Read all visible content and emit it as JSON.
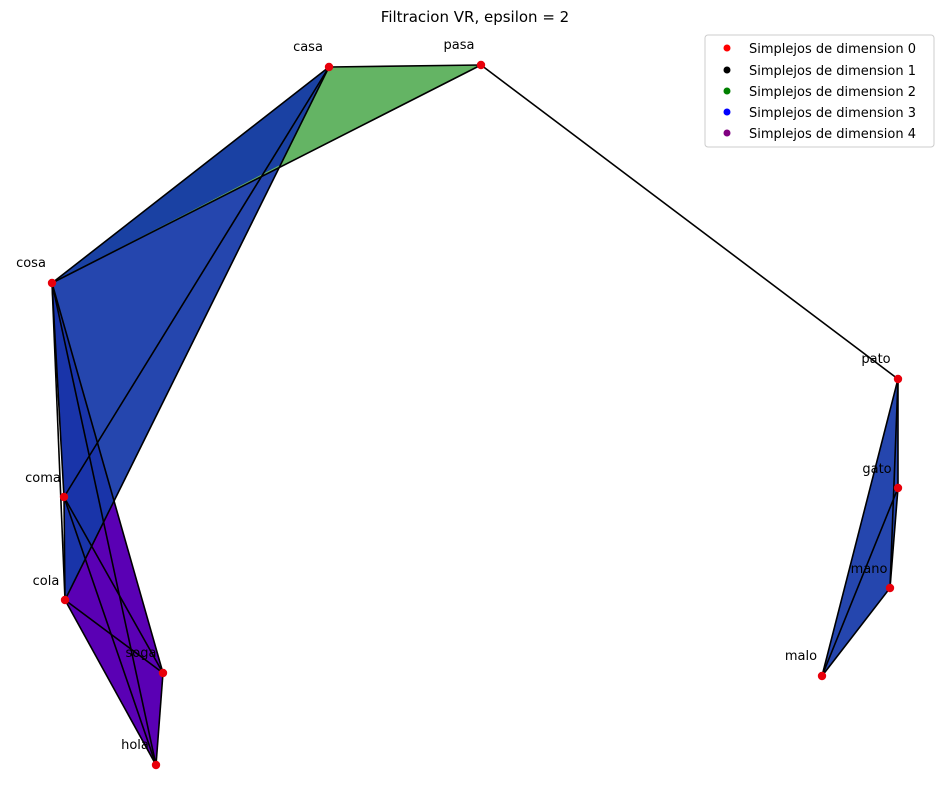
{
  "title": "Filtracion VR, epsilon = 2",
  "colors": {
    "vertex": "#e8000b",
    "edge": "#000000",
    "triangle": "#64b464",
    "tetrahedron": "#1438a8",
    "four_simplex": "#5a00b4"
  },
  "legend": [
    {
      "label": "Simplejos de dimension 0",
      "color": "#ff0000"
    },
    {
      "label": "Simplejos de dimension 1",
      "color": "#000000"
    },
    {
      "label": "Simplejos de dimension 2",
      "color": "#008000"
    },
    {
      "label": "Simplejos de dimension 3",
      "color": "#0000ff"
    },
    {
      "label": "Simplejos de dimension 4",
      "color": "#800080"
    }
  ],
  "vertices": [
    {
      "id": "casa",
      "label": "casa"
    },
    {
      "id": "pasa",
      "label": "pasa"
    },
    {
      "id": "cosa",
      "label": "cosa"
    },
    {
      "id": "coma",
      "label": "coma"
    },
    {
      "id": "cola",
      "label": "cola"
    },
    {
      "id": "soga",
      "label": "soga"
    },
    {
      "id": "hola",
      "label": "hola"
    },
    {
      "id": "pato",
      "label": "pato"
    },
    {
      "id": "gato",
      "label": "gato"
    },
    {
      "id": "mano",
      "label": "mano"
    },
    {
      "id": "malo",
      "label": "malo"
    }
  ],
  "edges": [
    [
      "casa",
      "pasa"
    ],
    [
      "pasa",
      "cosa"
    ],
    [
      "pasa",
      "pato"
    ],
    [
      "casa",
      "cosa"
    ],
    [
      "casa",
      "coma"
    ],
    [
      "casa",
      "cola"
    ],
    [
      "cosa",
      "coma"
    ],
    [
      "cosa",
      "cola"
    ],
    [
      "cosa",
      "soga"
    ],
    [
      "cosa",
      "hola"
    ],
    [
      "coma",
      "cola"
    ],
    [
      "coma",
      "soga"
    ],
    [
      "coma",
      "hola"
    ],
    [
      "cola",
      "soga"
    ],
    [
      "cola",
      "hola"
    ],
    [
      "soga",
      "hola"
    ],
    [
      "pato",
      "gato"
    ],
    [
      "pato",
      "mano"
    ],
    [
      "pato",
      "malo"
    ],
    [
      "gato",
      "mano"
    ],
    [
      "gato",
      "malo"
    ],
    [
      "mano",
      "malo"
    ]
  ],
  "two_simplices": [
    [
      "casa",
      "pasa",
      "cosa"
    ]
  ],
  "three_simplices": [
    [
      "casa",
      "cosa",
      "coma",
      "cola"
    ],
    [
      "pato",
      "gato",
      "mano",
      "malo"
    ]
  ],
  "four_simplices": [
    [
      "cosa",
      "coma",
      "cola",
      "soga",
      "hola"
    ]
  ]
}
